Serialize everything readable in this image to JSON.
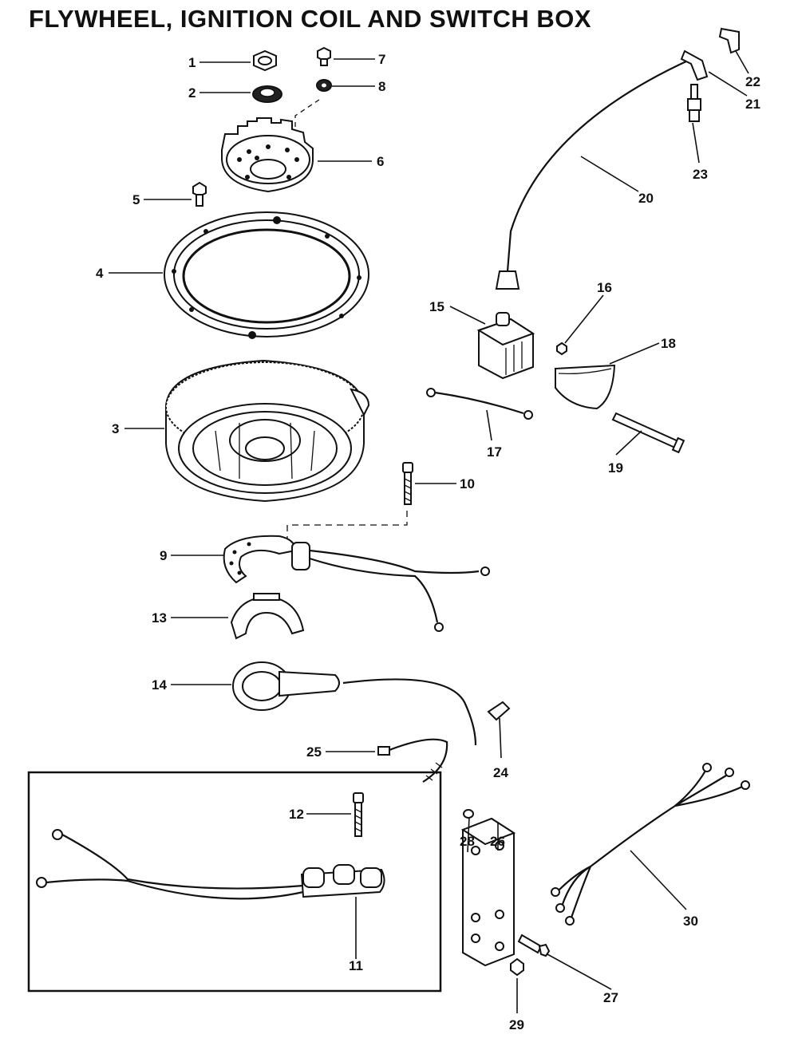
{
  "title": "FLYWHEEL, IGNITION COIL AND SWITCH BOX",
  "callouts": [
    "1",
    "2",
    "3",
    "4",
    "5",
    "6",
    "7",
    "8",
    "9",
    "10",
    "11",
    "12",
    "13",
    "14",
    "15",
    "16",
    "17",
    "18",
    "19",
    "20",
    "21",
    "22",
    "23",
    "24",
    "25",
    "26",
    "27",
    "28",
    "29",
    "30"
  ]
}
